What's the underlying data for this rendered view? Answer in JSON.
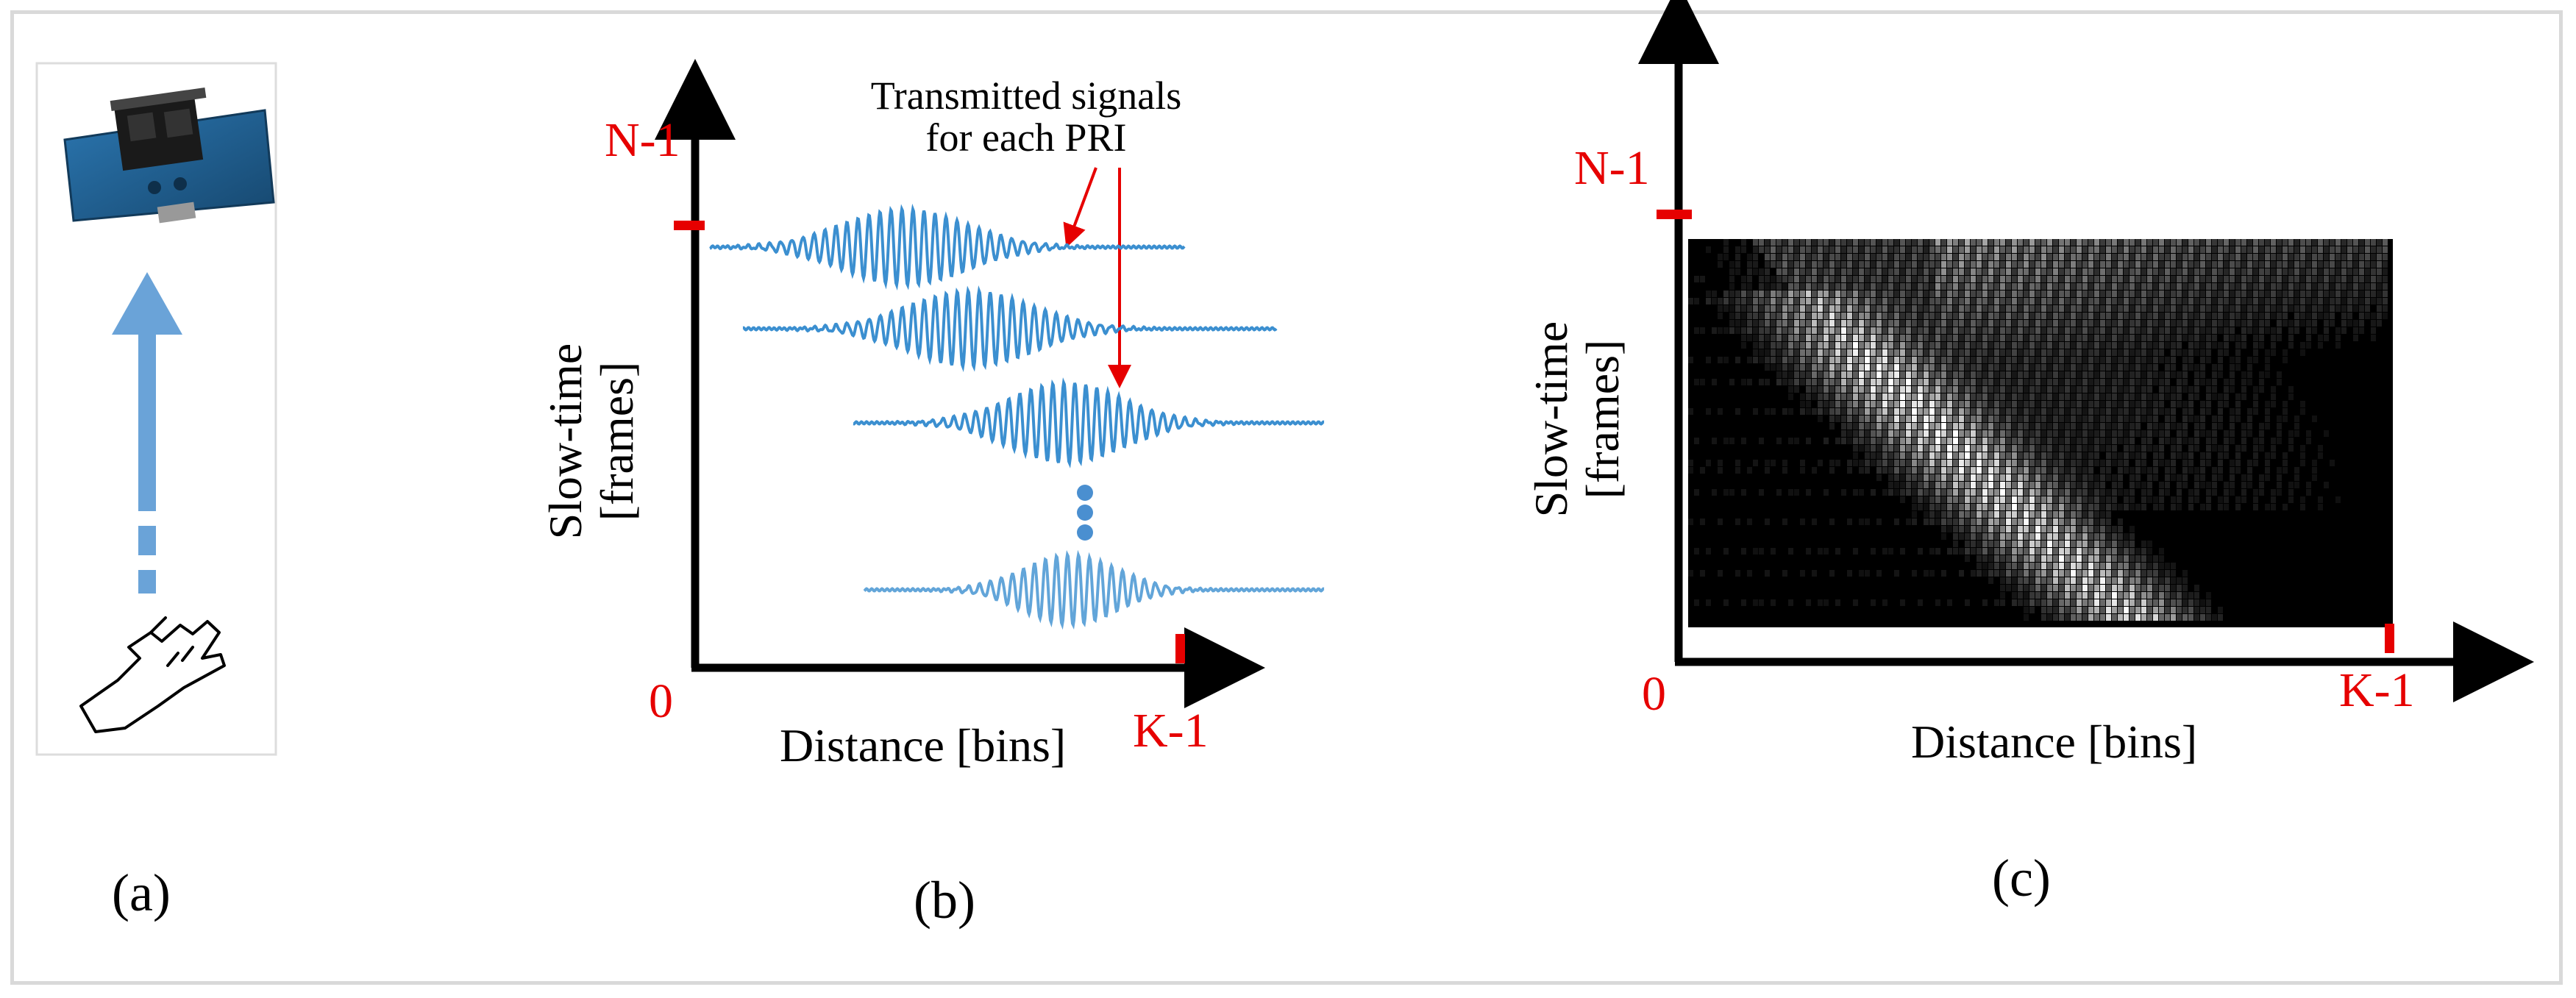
{
  "colors": {
    "axis": "#000000",
    "tick": "#e60000",
    "signal": "#3b8fd0",
    "arrow": "#6aa3d8",
    "annotation": "#e60000",
    "frame_border": "#d9d9d9",
    "panel_border": "#dddddd",
    "heatmap_bg": "#000000",
    "board": "#1f5c8c"
  },
  "panel_a": {
    "label": "(a)",
    "icons": {
      "radar": "radar-board-icon",
      "motion": "motion-arrow-icon",
      "hand": "hand-icon"
    }
  },
  "panel_b": {
    "label": "(b)",
    "annotation": [
      "Transmitted signals",
      "for each PRI"
    ],
    "ylabel": [
      "Slow-time",
      "[frames]"
    ],
    "xlabel": "Distance [bins]",
    "y_tick_label": "N-1",
    "x_tick_label": "K-1",
    "origin_label": "0"
  },
  "panel_c": {
    "label": "(c)",
    "ylabel": [
      "Slow-time",
      "[frames]"
    ],
    "xlabel": "Distance [bins]",
    "y_tick_label": "N-1",
    "x_tick_label": "K-1",
    "origin_label": "0"
  }
}
